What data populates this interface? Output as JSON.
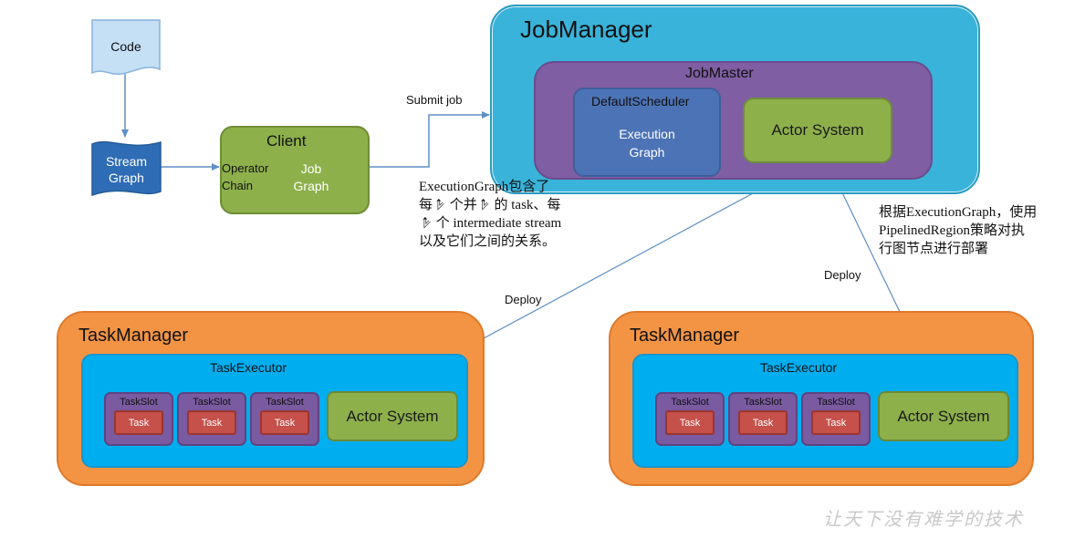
{
  "code": {
    "label": "Code"
  },
  "stream_graph": {
    "line1": "Stream",
    "line2": "Graph"
  },
  "client": {
    "title": "Client",
    "operator_line1": "Operator",
    "operator_line2": "Chain",
    "job_graph_line1": "Job",
    "job_graph_line2": "Graph"
  },
  "submit_job": "Submit job",
  "jobmanager": {
    "title": "JobManager",
    "jobmaster": "JobMaster",
    "scheduler": "DefaultScheduler",
    "execution_graph_line1": "Execution",
    "execution_graph_line2": "Graph",
    "actor_system": "Actor System"
  },
  "note_left": {
    "line1": "ExecutionGraph包含了",
    "line2": "每𝥁 个并𝥁 的 task、每",
    "line3": "𝥁 个 intermediate stream",
    "line4": "以及它们之间的关系。"
  },
  "note_right": {
    "line1": "根据ExecutionGraph，使用",
    "line2": "PipelinedRegion策略对执",
    "line3": "行图节点进行部署"
  },
  "deploy_left": "Deploy",
  "deploy_right": "Deploy",
  "taskmanagers": [
    {
      "title": "TaskManager",
      "executor": "TaskExecutor",
      "slots": [
        {
          "slot": "TaskSlot",
          "task": "Task"
        },
        {
          "slot": "TaskSlot",
          "task": "Task"
        },
        {
          "slot": "TaskSlot",
          "task": "Task"
        }
      ],
      "actor_system": "Actor System"
    },
    {
      "title": "TaskManager",
      "executor": "TaskExecutor",
      "slots": [
        {
          "slot": "TaskSlot",
          "task": "Task"
        },
        {
          "slot": "TaskSlot",
          "task": "Task"
        },
        {
          "slot": "TaskSlot",
          "task": "Task"
        }
      ],
      "actor_system": "Actor System"
    }
  ],
  "watermark": "让天下没有难学的技术",
  "colors": {
    "jobmanager": "#39b3d9",
    "jobmaster": "#7f5ea3",
    "scheduler": "#4d73b7",
    "actor_system": "#8db04b",
    "execution_graph": "#f1832a",
    "taskmanager": "#f39444",
    "taskexecutor": "#00aef0",
    "taskslot": "#7a5aa0",
    "task": "#c6504a",
    "code_doc": "#c5dff5",
    "stream_graph": "#2e6db5",
    "arrow": "#5f8fc6"
  }
}
